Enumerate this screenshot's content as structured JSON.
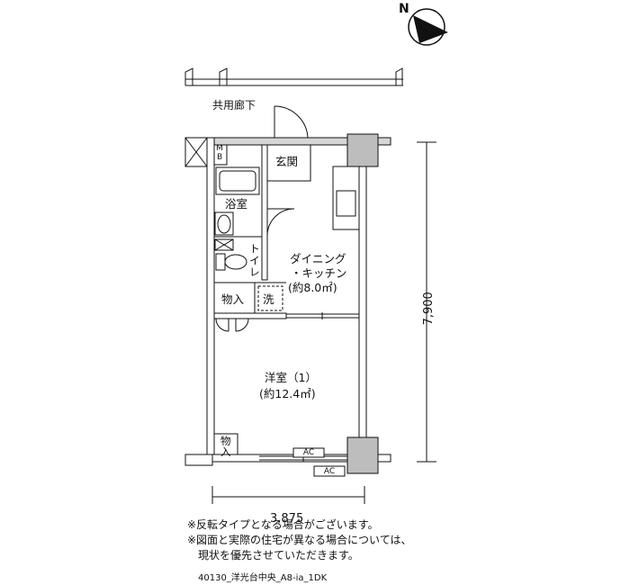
{
  "corridor_label": "共用廊下",
  "compass": {
    "north_label": "N"
  },
  "rooms": {
    "entrance": "玄関",
    "bathroom": "浴室",
    "toilet": "トイレ",
    "dining_kitchen_line1": "ダイニング",
    "dining_kitchen_line2": "・キッチン",
    "dining_kitchen_area": "(約8.0㎡)",
    "storage_1": "物入",
    "washer": "洗",
    "western_room": "洋室（1）",
    "western_room_area": "(約12.4㎡)",
    "storage_2_line1": "物",
    "storage_2_line2": "入",
    "meter_box_line1": "M",
    "meter_box_line2": "B",
    "ac_inner": "AC",
    "ac_outer": "AC"
  },
  "dimensions": {
    "width": "3,875",
    "depth": "7,900"
  },
  "notes": [
    "※反転タイプとなる場合がございます。",
    "※図面と実際の住宅が異なる場合については、",
    "　現状を優先させていただきます。"
  ],
  "plan_id": "40130_洋光台中央_A8-ia_1DK"
}
